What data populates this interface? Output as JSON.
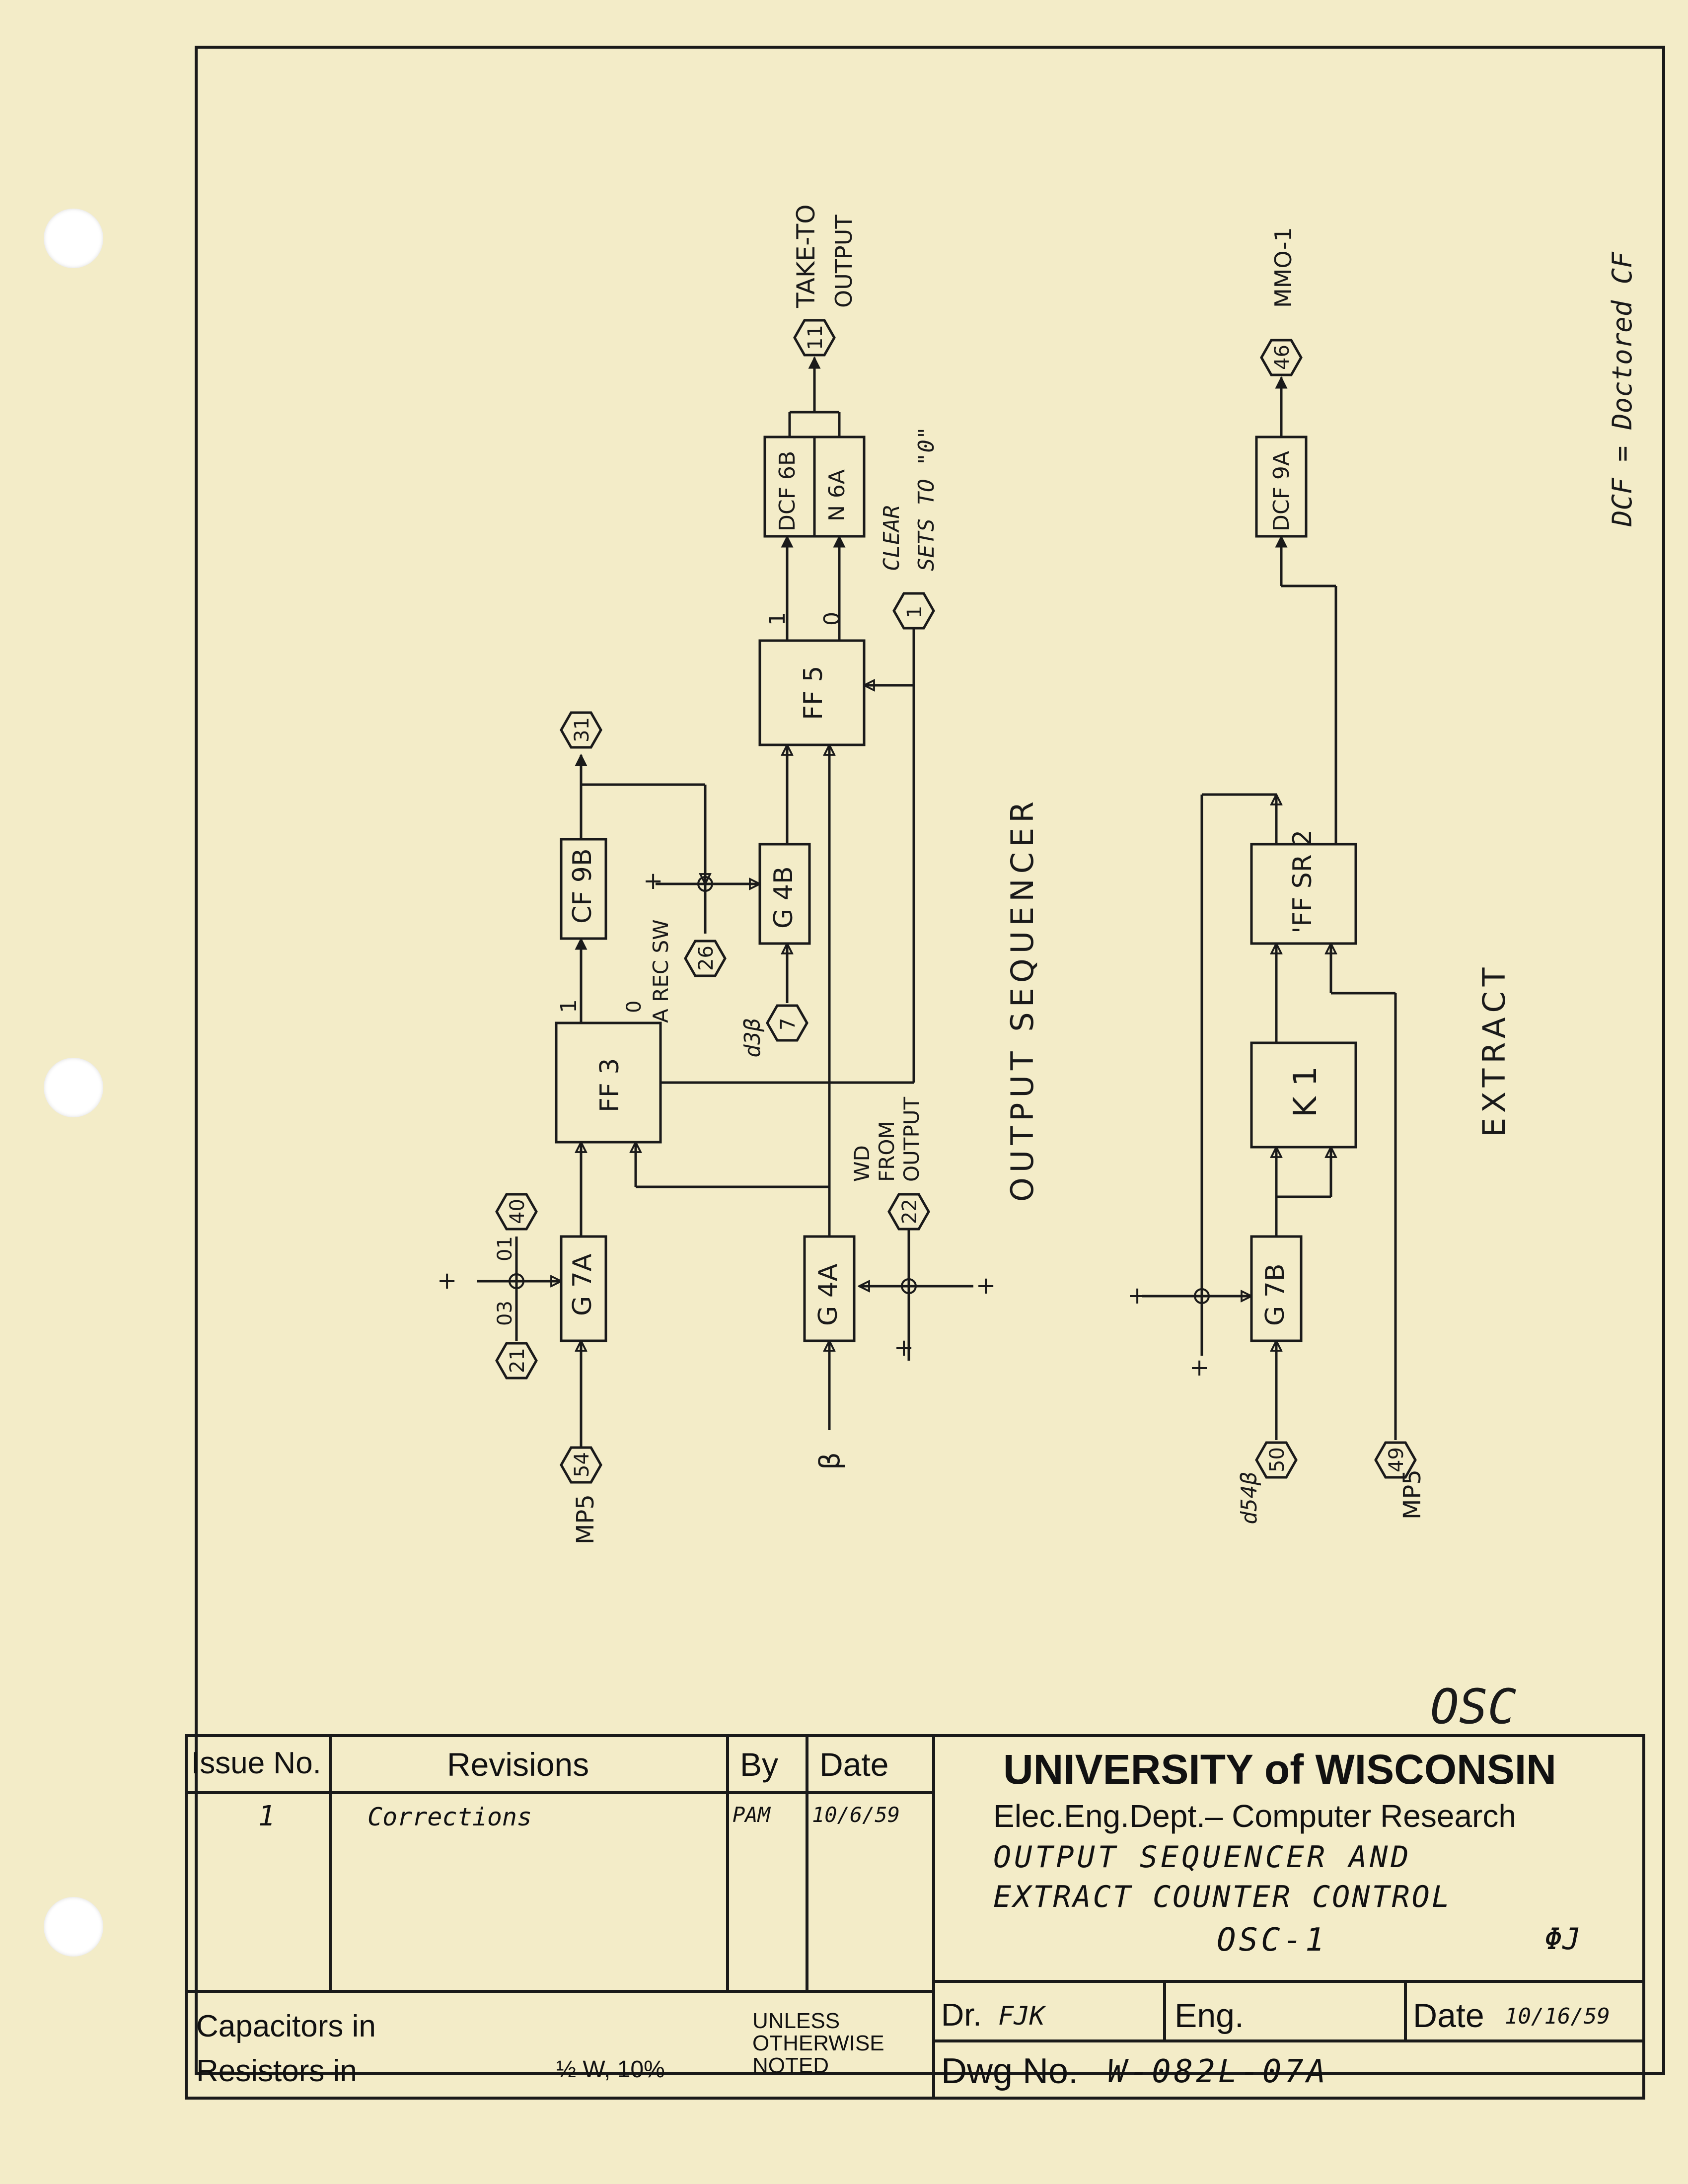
{
  "annotations": {
    "dcf_note": "DCF = Doctored CF",
    "osc_mark": "OSC"
  },
  "sections": {
    "output_sequencer": "OUTPUT SEQUENCER",
    "extract": "EXTRACT"
  },
  "blocks": {
    "g7a": "G 7A",
    "ff3": "FF 3",
    "cf9b": "CF 9B",
    "g4b": "G 4B",
    "ff5": "FF 5",
    "dcf6b": "DCF 6B",
    "n6a": "N 6A",
    "g4a": "G 4A",
    "g7b": "G 7B",
    "k1": "K 1",
    "ffsr2": "'FF SR 2",
    "dcf9a": "DCF 9A"
  },
  "terminals": {
    "t54": "54",
    "t21": "21",
    "t40": "40",
    "t31": "31",
    "t26": "26",
    "t7": "7",
    "t11": "11",
    "t1": "1",
    "t22": "22",
    "t50": "50",
    "t49": "49",
    "t46": "46"
  },
  "labels": {
    "mp5_top": "MP5",
    "l03": "03",
    "l01": "01",
    "plus": "+",
    "one": "1",
    "zero": "0",
    "a_rec_sw": "A REC SW",
    "d3b": "d3β",
    "take_to": "TAKE-TO",
    "output": "OUTPUT",
    "clear": "CLEAR",
    "sets_to_0": "SETS TO \"0\"",
    "wd": "WD",
    "from": "FROM",
    "output2": "OUTPUT",
    "beta": "β",
    "d54b": "d54β",
    "mp5_bottom": "MP5",
    "mmo1": "MMO-1"
  },
  "title_block": {
    "issue_header": "Issue No.",
    "revisions_header": "Revisions",
    "by_header": "By",
    "date_header": "Date",
    "issue_1": "1",
    "revision_1": "Corrections",
    "by_1": "PAM",
    "date_1": "10/6/59",
    "university": "UNIVERSITY of WISCONSIN",
    "dept": "Elec.Eng.Dept.– Computer Research",
    "title_line1": "OUTPUT SEQUENCER AND",
    "title_line2": "EXTRACT COUNTER CONTROL",
    "code": "OSC-1",
    "mark": "ΦJ",
    "capacitors": "Capacitors in",
    "resistors": "Resistors in",
    "resistor_value": "½ W, 10%",
    "unless1": "UNLESS",
    "unless2": "OTHERWISE",
    "unless3": "NOTED",
    "dr_label": "Dr.",
    "dr_value": "FJK",
    "eng_label": "Eng.",
    "date_label": "Date",
    "date_value": "10/16/59",
    "dwg_label": "Dwg No.",
    "dwg_value": "W-082L-07A"
  }
}
